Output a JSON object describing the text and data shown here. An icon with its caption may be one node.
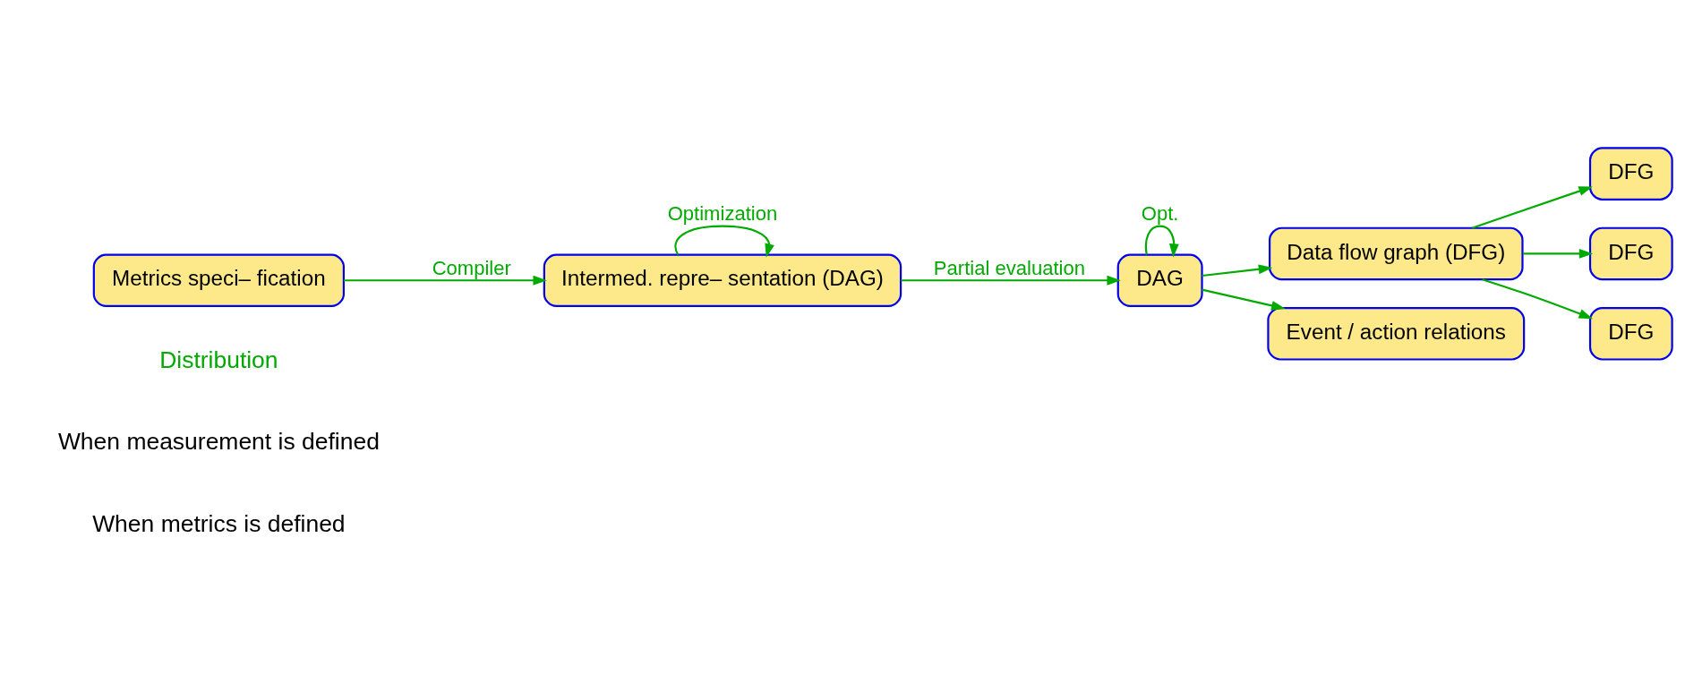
{
  "diagram": {
    "nodes": [
      {
        "text": [
          "Metrics speci– fication"
        ]
      },
      {
        "text": [
          "Intermed. repre– sentation (DAG)"
        ]
      },
      {
        "text": [
          "DAG"
        ]
      },
      {
        "text": [
          "Data flow graph (DFG)"
        ]
      },
      {
        "text": [
          "Event / action relations"
        ]
      },
      {
        "text": [
          "DFG"
        ]
      },
      {
        "text": [
          "DFG"
        ]
      },
      {
        "text": [
          "DFG"
        ]
      }
    ],
    "edges": [
      {
        "from": 0,
        "to": 1,
        "arrow": "to",
        "label": "Compiler"
      },
      {
        "from": 1,
        "to": 1,
        "arrow": "to",
        "label": "Optimization"
      },
      {
        "from": 1,
        "to": 2,
        "arrow": "to",
        "label": "Partial evaluation"
      },
      {
        "from": 2,
        "to": 2,
        "arrow": "to",
        "label": "Opt."
      },
      {
        "from": 2,
        "to": 3,
        "arrow": "to"
      },
      {
        "from": 2,
        "to": 4,
        "arrow": "to"
      },
      {
        "from": 3,
        "to": 5,
        "arrow": "to"
      },
      {
        "from": 3,
        "to": 6,
        "arrow": "to"
      },
      {
        "from": 3,
        "to": 7,
        "arrow": "to"
      }
    ],
    "labels": [
      "Distribution",
      "When metrics is defined",
      "When measurement is defined"
    ]
  }
}
